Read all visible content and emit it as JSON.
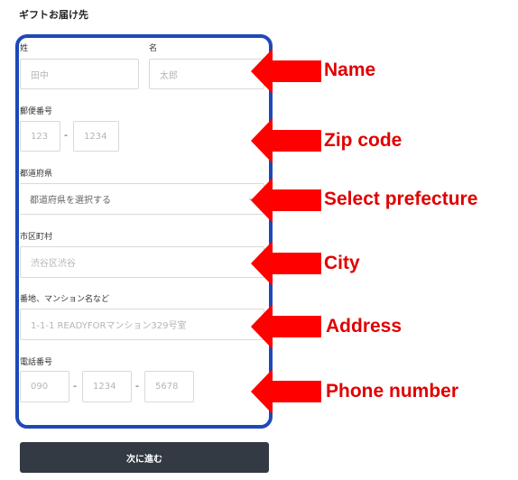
{
  "form": {
    "title": "ギフトお届け先",
    "last_name": {
      "label": "姓",
      "placeholder": "田中"
    },
    "first_name": {
      "label": "名",
      "placeholder": "太郎"
    },
    "postal": {
      "label": "郵便番号",
      "part1_placeholder": "123",
      "separator": "-",
      "part2_placeholder": "1234"
    },
    "prefecture": {
      "label": "都道府県",
      "selected": "都道府県を選択する"
    },
    "city": {
      "label": "市区町村",
      "placeholder": "渋谷区渋谷"
    },
    "address": {
      "label": "番地、マンション名など",
      "placeholder": "1-1-1 READYFORマンション329号室"
    },
    "phone": {
      "label": "電話番号",
      "part1_placeholder": "090",
      "part2_placeholder": "1234",
      "part3_placeholder": "5678",
      "separator": "-"
    },
    "next_button": "次に進む"
  },
  "annotations": [
    {
      "label": "Name"
    },
    {
      "label": "Zip code"
    },
    {
      "label": "Select prefecture"
    },
    {
      "label": "City"
    },
    {
      "label": "Address"
    },
    {
      "label": "Phone number"
    }
  ],
  "colors": {
    "frame": "#1f49b8",
    "arrow": "#ff0000",
    "annotation_text": "#e00000",
    "button": "#333a43"
  },
  "icons": {
    "select_chevron": "chevron-down-icon",
    "annotation_arrow": "red-arrow-left-icon"
  }
}
